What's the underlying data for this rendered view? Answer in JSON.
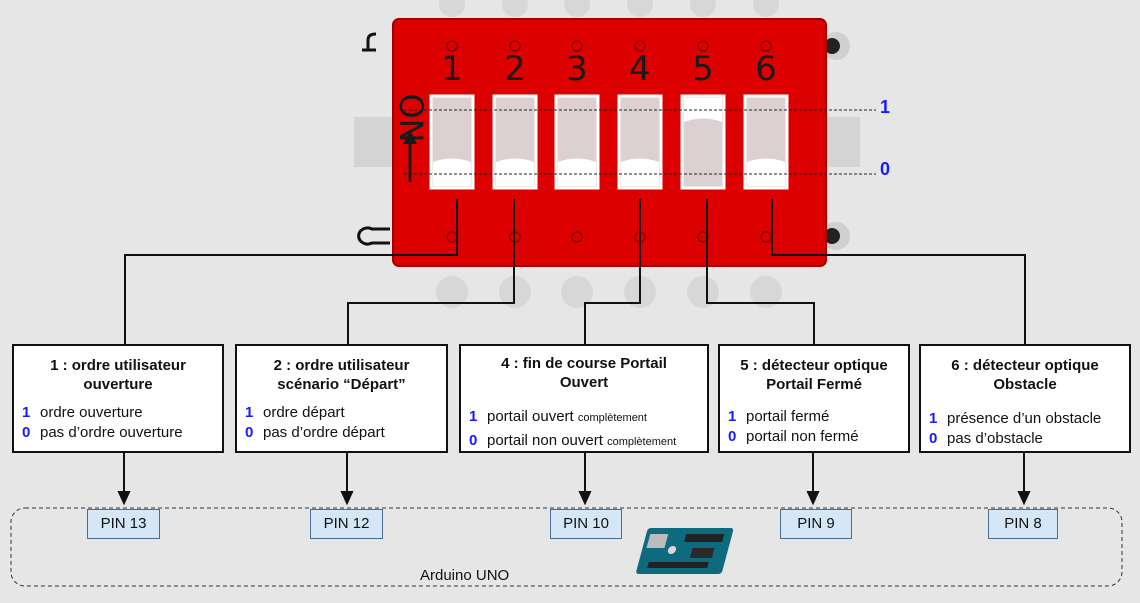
{
  "dip_switch": {
    "on_label": "ON",
    "numbers": [
      "1",
      "2",
      "3",
      "4",
      "5",
      "6"
    ],
    "positions": [
      "off",
      "off",
      "off",
      "off",
      "on",
      "off"
    ],
    "colors": {
      "body": "#dd0000",
      "slot": "#dcd0d2",
      "accent": "#1a1aff"
    }
  },
  "levels": {
    "high": "1",
    "low": "0"
  },
  "boxes": [
    {
      "title": "1 : ordre utilisateur\nouverture",
      "lines": [
        {
          "num": "1",
          "text": "ordre ouverture",
          "small": ""
        },
        {
          "num": "0",
          "text": "pas d’ordre ouverture",
          "small": ""
        }
      ]
    },
    {
      "title": "2 : ordre utilisateur\nscénario “Départ”",
      "lines": [
        {
          "num": "1",
          "text": "ordre départ",
          "small": ""
        },
        {
          "num": "0",
          "text": "pas d’ordre départ",
          "small": ""
        }
      ]
    },
    {
      "title": "4 : fin de course Portail\nOuvert",
      "lines": [
        {
          "num": "1",
          "text": "portail ouvert ",
          "small": "complètement"
        },
        {
          "num": "0",
          "text": "portail non ouvert ",
          "small": "complètement"
        }
      ]
    },
    {
      "title": "5 : détecteur optique\nPortail Fermé",
      "lines": [
        {
          "num": "1",
          "text": "portail fermé",
          "small": ""
        },
        {
          "num": "0",
          "text": "portail non fermé",
          "small": ""
        }
      ]
    },
    {
      "title": "6 : détecteur optique\nObstacle",
      "lines": [
        {
          "num": "1",
          "text": "présence d’un obstacle",
          "small": ""
        },
        {
          "num": "0",
          "text": "pas d’obstacle",
          "small": ""
        }
      ]
    }
  ],
  "pins": [
    "PIN 13",
    "PIN 12",
    "PIN 10",
    "PIN 9",
    "PIN 8"
  ],
  "arduino": {
    "label": "Arduino UNO"
  }
}
